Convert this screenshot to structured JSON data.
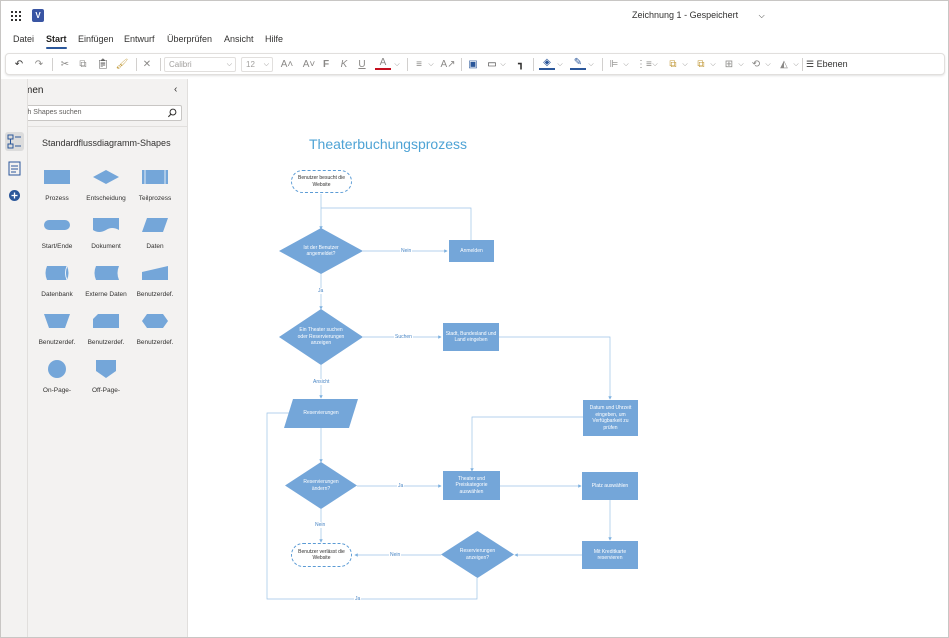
{
  "app": {
    "document_title": "Zeichnung 1",
    "save_state": "Gespeichert",
    "logo_letter": "V"
  },
  "menu": {
    "items": [
      "Datei",
      "Start",
      "Einfügen",
      "Entwurf",
      "Überprüfen",
      "Ansicht",
      "Hilfe"
    ],
    "active": "Start"
  },
  "ribbon": {
    "font_name": "Calibri",
    "font_size": "12",
    "layers_label": "Ebenen"
  },
  "shapes_panel": {
    "title": "Formen",
    "search_placeholder": "Nach Shapes suchen",
    "stencil_title": "Standardflussdiagramm-Shapes",
    "shapes": [
      {
        "label": "Prozess",
        "icon": "process-shape-icon"
      },
      {
        "label": "Entscheidung",
        "icon": "decision-shape-icon"
      },
      {
        "label": "Teilprozess",
        "icon": "subprocess-shape-icon"
      },
      {
        "label": "Start/Ende",
        "icon": "terminator-shape-icon"
      },
      {
        "label": "Dokument",
        "icon": "document-shape-icon"
      },
      {
        "label": "Daten",
        "icon": "data-shape-icon"
      },
      {
        "label": "Datenbank",
        "icon": "database-shape-icon"
      },
      {
        "label": "Externe Daten",
        "icon": "external-data-shape-icon"
      },
      {
        "label": "Benutzerdef.",
        "icon": "manual-input-shape-icon"
      },
      {
        "label": "Benutzerdef.",
        "icon": "manual-operation-shape-icon"
      },
      {
        "label": "Benutzerdef.",
        "icon": "off-page-rect-shape-icon"
      },
      {
        "label": "Benutzerdef.",
        "icon": "preparation-shape-icon"
      },
      {
        "label": "On-Page-",
        "icon": "on-page-reference-shape-icon"
      },
      {
        "label": "Off-Page-",
        "icon": "off-page-reference-shape-icon"
      }
    ]
  },
  "diagram": {
    "title": "Theaterbuchungsprozess",
    "nodes": {
      "start": "Benutzer besucht die Website",
      "logged_in": "Ist der Benutzer angemeldet?",
      "login": "Anmelden",
      "search": "Ein Theater suchen oder Reservierungen anzeigen",
      "city": "Stadt, Bundesland und Land eingeben",
      "date_time": "Datum und Uhrzeit eingeben, um Verfügbarkeit zu prüfen",
      "reservations": "Reservierungen",
      "change": "Reservierungen ändern?",
      "theater_price": "Theater und Preiskategorie auswählen",
      "seat": "Platz auswählen",
      "credit_card": "Mit Kreditkarte reservieren",
      "show_res": "Reservierungen anzeigen?",
      "leave": "Benutzer verlässt die Website"
    },
    "edge_labels": {
      "nein_login": "Nein",
      "ja_search": "Ja",
      "suchen": "Suchen",
      "ansicht": "Ansicht",
      "ja_theater": "Ja",
      "nein_leave": "Nein",
      "nein_show": "Nein",
      "ja_loop": "Ja"
    },
    "colors": {
      "shape_fill": "#74a6d9",
      "connector": "#9dc3e6",
      "title": "#4ea3d5"
    }
  }
}
